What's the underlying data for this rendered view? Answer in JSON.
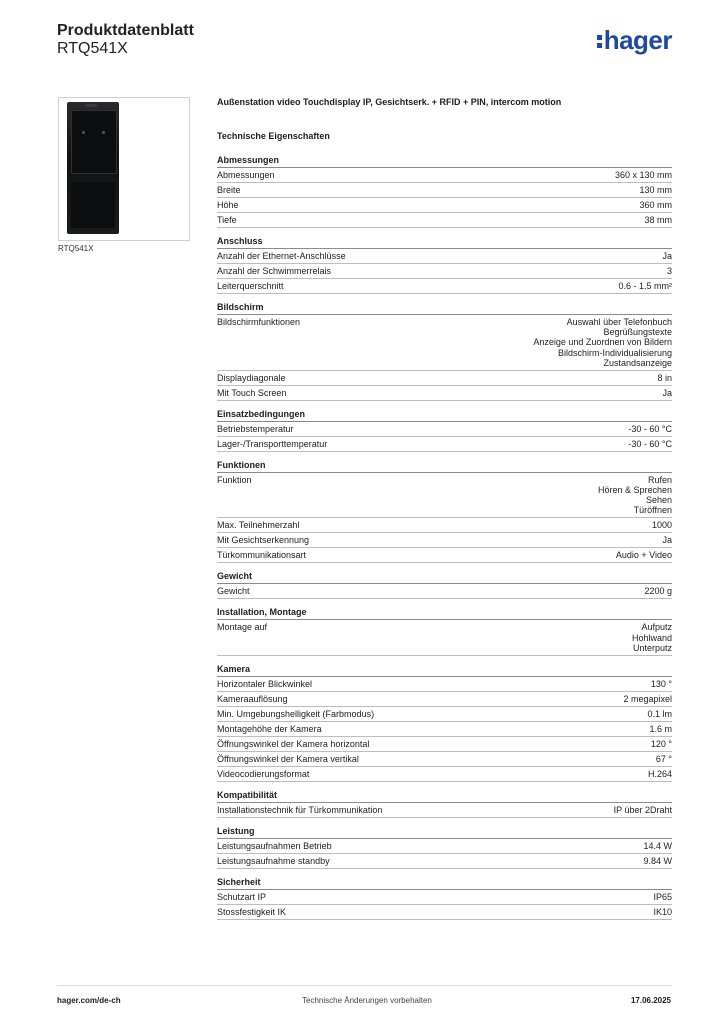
{
  "header": {
    "title": "Produktdatenblatt",
    "product_code": "RTQ541X",
    "logo_text": "hager"
  },
  "product": {
    "image_caption": "RTQ541X",
    "description": "Außenstation video Touchdisplay IP, Gesichtserk. + RFID + PIN, intercom motion"
  },
  "tech_title": "Technische Eigenschaften",
  "sections": [
    {
      "title": "Abmessungen",
      "rows": [
        {
          "label": "Abmessungen",
          "values": [
            "360 x 130 mm"
          ]
        },
        {
          "label": "Breite",
          "values": [
            "130 mm"
          ]
        },
        {
          "label": "Höhe",
          "values": [
            "360 mm"
          ]
        },
        {
          "label": "Tiefe",
          "values": [
            "38 mm"
          ]
        }
      ]
    },
    {
      "title": "Anschluss",
      "rows": [
        {
          "label": "Anzahl der Ethernet-Anschlüsse",
          "values": [
            "Ja"
          ]
        },
        {
          "label": "Anzahl der Schwimmerrelais",
          "values": [
            "3"
          ]
        },
        {
          "label": "Leiterquerschnitt",
          "values": [
            "0.6 - 1.5 mm²"
          ]
        }
      ]
    },
    {
      "title": "Bildschirm",
      "rows": [
        {
          "label": "Bildschirmfunktionen",
          "values": [
            "Auswahl über Telefonbuch",
            "Begrüßungstexte",
            "Anzeige und Zuordnen von Bildern",
            "Bildschirm-Individualisierung",
            "Zustandsanzeige"
          ]
        },
        {
          "label": "Displaydiagonale",
          "values": [
            "8 in"
          ]
        },
        {
          "label": "Mit Touch Screen",
          "values": [
            "Ja"
          ]
        }
      ]
    },
    {
      "title": "Einsatzbedingungen",
      "rows": [
        {
          "label": "Betriebstemperatur",
          "values": [
            "-30 - 60 °C"
          ]
        },
        {
          "label": "Lager-/Transporttemperatur",
          "values": [
            "-30 - 60 °C"
          ]
        }
      ]
    },
    {
      "title": "Funktionen",
      "rows": [
        {
          "label": "Funktion",
          "values": [
            "Rufen",
            "Hören & Sprechen",
            "Sehen",
            "Türöffnen"
          ]
        },
        {
          "label": "Max. Teilnehmerzahl",
          "values": [
            "1000"
          ]
        },
        {
          "label": "Mit Gesichtserkennung",
          "values": [
            "Ja"
          ]
        },
        {
          "label": "Türkommunikationsart",
          "values": [
            "Audio + Video"
          ]
        }
      ]
    },
    {
      "title": "Gewicht",
      "rows": [
        {
          "label": "Gewicht",
          "values": [
            "2200 g"
          ]
        }
      ]
    },
    {
      "title": "Installation, Montage",
      "rows": [
        {
          "label": "Montage auf",
          "values": [
            "Aufputz",
            "Hohlwand",
            "Unterputz"
          ]
        }
      ]
    },
    {
      "title": "Kamera",
      "rows": [
        {
          "label": "Horizontaler Blickwinkel",
          "values": [
            "130 °"
          ]
        },
        {
          "label": "Kameraauflösung",
          "values": [
            "2 megapixel"
          ]
        },
        {
          "label": "Min. Umgebungshelligkeit (Farbmodus)",
          "values": [
            "0.1 lm"
          ]
        },
        {
          "label": "Montagehöhe der Kamera",
          "values": [
            "1.6 m"
          ]
        },
        {
          "label": "Öffnungswinkel der Kamera horizontal",
          "values": [
            "120 °"
          ]
        },
        {
          "label": "Öffnungswinkel der Kamera vertikal",
          "values": [
            "67 °"
          ]
        },
        {
          "label": "Videocodierungsformat",
          "values": [
            "H.264"
          ]
        }
      ]
    },
    {
      "title": "Kompatibilität",
      "rows": [
        {
          "label": "Installationstechnik für Türkommunikation",
          "values": [
            "IP über 2Draht"
          ]
        }
      ]
    },
    {
      "title": "Leistung",
      "rows": [
        {
          "label": "Leistungsaufnahmen Betrieb",
          "values": [
            "14.4 W"
          ]
        },
        {
          "label": "Leistungsaufnahme standby",
          "values": [
            "9.84 W"
          ]
        }
      ]
    },
    {
      "title": "Sicherheit",
      "rows": [
        {
          "label": "Schutzart IP",
          "values": [
            "IP65"
          ]
        },
        {
          "label": "Stossfestigkeit IK",
          "values": [
            "IK10"
          ]
        }
      ]
    }
  ],
  "footer": {
    "website": "hager.com/de-ch",
    "disclaimer": "Technische Änderungen vorbehalten",
    "date": "17.06.2025"
  }
}
